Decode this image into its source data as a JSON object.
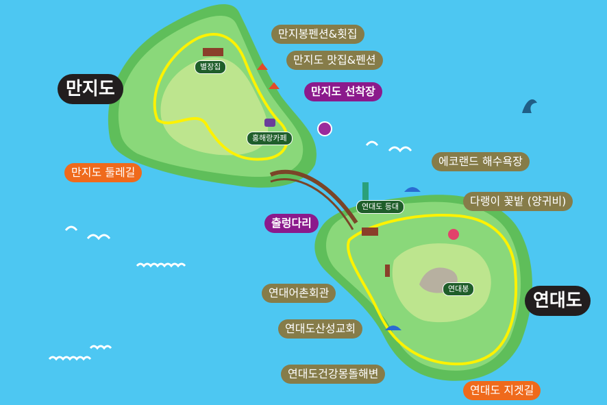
{
  "islands": {
    "manjido": "만지도",
    "yeondaedo": "연대도"
  },
  "poi": {
    "byeoljangjip": "별장집",
    "hongharang_cafe": "홍해랑카페",
    "lighthouse": "연대도 등대",
    "yeondaebong": "연대봉"
  },
  "labels": {
    "manjibong_pension": "만지봉펜션&횟집",
    "manjido_restaurant": "만지도 맛집&펜션",
    "manjido_pier": "만지도 선착장",
    "manjido_trail": "만지도 둘레길",
    "bridge": "출렁다리",
    "eco_beach": "에코랜드 해수욕장",
    "flower_field": "다랭이 꽃밭",
    "flower_field_note": "(양귀비)",
    "fishing_village": "연대어촌회관",
    "church": "연대도산성교회",
    "health_beach": "연대도건강몽돌해변",
    "zigzag_trail": "연대도 지겟길"
  },
  "colors": {
    "sea": "#4dc7f2",
    "island_outer": "#7fd06f",
    "island_inner": "#b4e07e",
    "trail": "#fff200",
    "label_olive": "#867c49",
    "label_orange": "#ef6a1c",
    "label_purple": "#8b1a8c"
  }
}
